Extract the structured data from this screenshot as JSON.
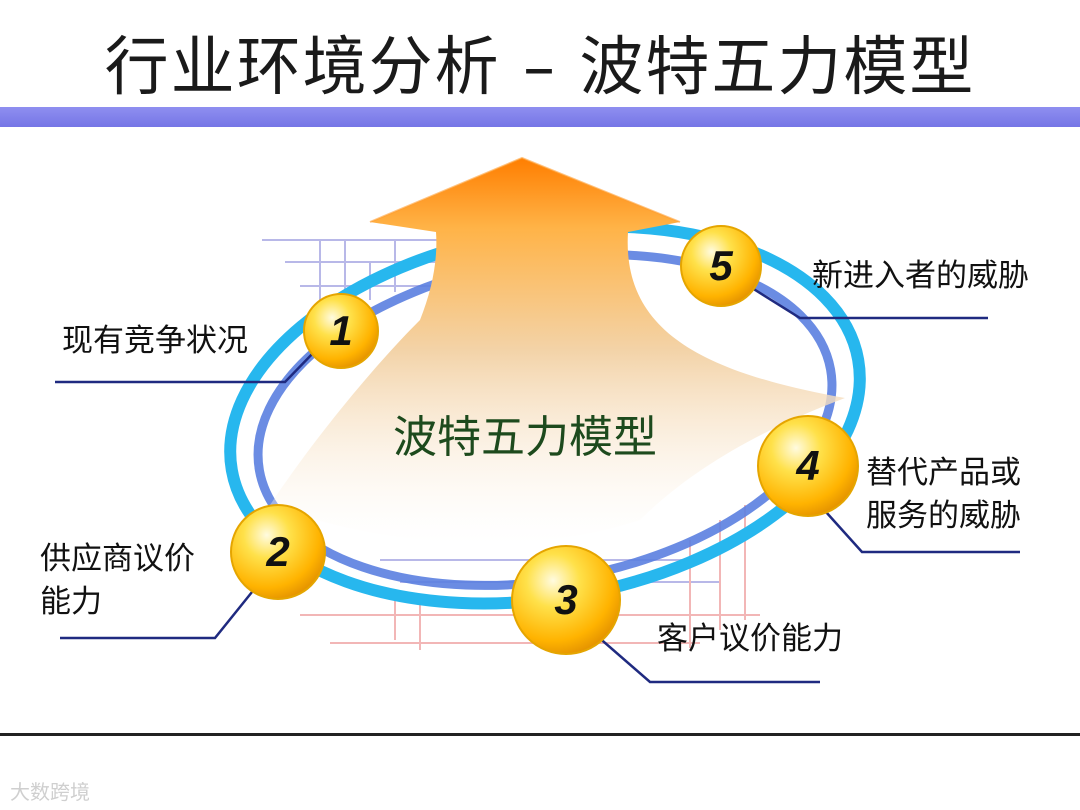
{
  "title": "行业环境分析 – 波特五力模型",
  "center_label": "波特五力模型",
  "forces": [
    {
      "number": "1",
      "label_lines": [
        "现有竞争状况"
      ]
    },
    {
      "number": "2",
      "label_lines": [
        "供应商议价",
        "能力"
      ]
    },
    {
      "number": "3",
      "label_lines": [
        "客户议价能力"
      ]
    },
    {
      "number": "4",
      "label_lines": [
        "替代产品或",
        "服务的威胁"
      ]
    },
    {
      "number": "5",
      "label_lines": [
        "新进入者的威胁"
      ]
    }
  ],
  "watermark": "大数跨境",
  "colors": {
    "title_bar": "#7b7be8",
    "arrow_orange": "#ff8a00",
    "ring_cyan": "#27b7ee",
    "ring_blue": "#5b7fe0",
    "badge_yellow": "#ffcc00",
    "leader_line": "#1f2a80",
    "center_text": "#1d4a1d"
  }
}
